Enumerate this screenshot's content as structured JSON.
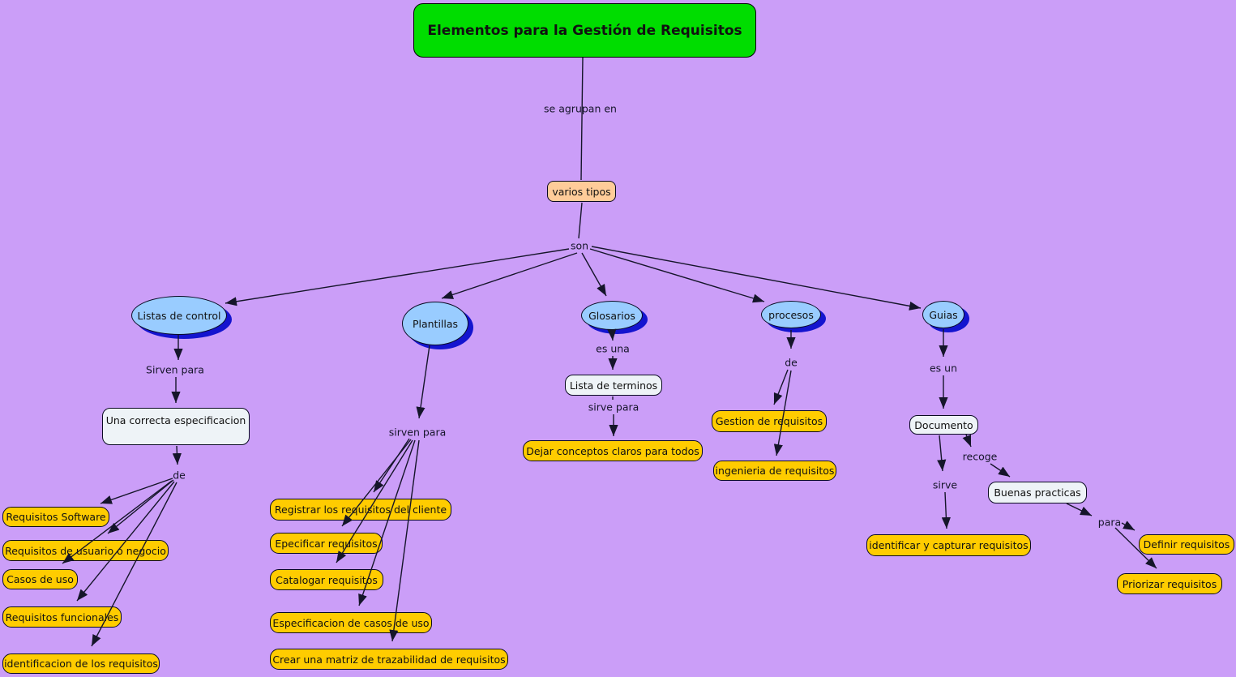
{
  "colors": {
    "background": "#cb9ef8",
    "title_fill": "#00dd00",
    "concept_blue": "#99ccff",
    "concept_shadow": "#1414cf",
    "box_yellow": "#ffcc00",
    "box_peach": "#ffcc99",
    "box_white": "#eef3f7",
    "line": "#15152a"
  },
  "title": "Elementos para la Gestión de Requisitos",
  "root": {
    "se_agrupan_en": "se agrupan en",
    "varios_tipos": "varios tipos",
    "son": "son"
  },
  "types": [
    "Listas de control",
    "Plantillas",
    "Glosarios",
    "procesos",
    "Guias"
  ],
  "listas": {
    "link_sirven_para": "Sirven para",
    "especificacion": "Una correcta especificacion",
    "link_de": "de",
    "items": [
      "Requisitos Software",
      "Requisitos de usuario o negocio",
      "Casos de uso",
      "Requisitos funcionales",
      "identificacion de los requisitos"
    ]
  },
  "plantillas": {
    "link_sirven_para": "sirven para",
    "items": [
      "Registrar los requisitos del cliente",
      "Epecificar requisitos",
      "Catalogar requisitos",
      "Especificacion de casos de uso",
      "Crear una matriz de trazabilidad de requisitos"
    ]
  },
  "glosarios": {
    "link_es_una": "es una",
    "lista_de_terminos": "Lista de terminos",
    "link_sirve_para": "sirve para",
    "dejar_conceptos": "Dejar conceptos claros para todos"
  },
  "procesos": {
    "link_de": "de",
    "gestion": "Gestion de requisitos",
    "ingenieria": "ingenieria de requisitos"
  },
  "guias": {
    "link_es_un": "es un",
    "documento": "Documento",
    "link_sirve": "sirve",
    "link_recoge": "recoge",
    "identificar": "identificar y capturar requisitos",
    "buenas_practicas": "Buenas practicas",
    "link_para": "para",
    "definir": "Definir requisitos",
    "priorizar": "Priorizar requisitos"
  }
}
